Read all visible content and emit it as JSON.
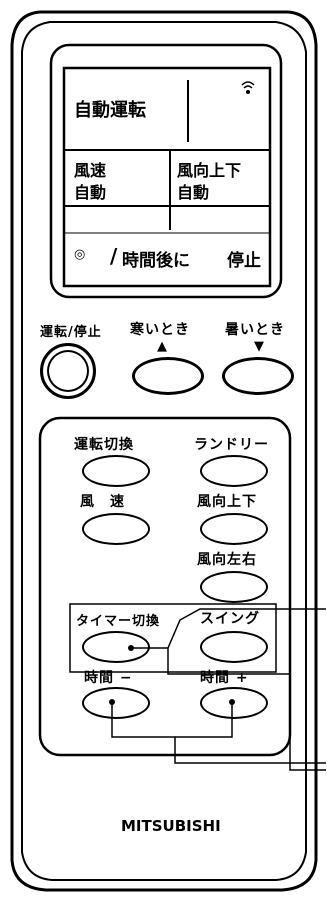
{
  "lcd": {
    "mode_label": "自動運転",
    "fan_label": "風速",
    "fan_value": "自動",
    "vane_label": "風向上下",
    "vane_value": "自動",
    "timer_clock_icon": "◎",
    "timer_hours": "/",
    "timer_text": "時間後に",
    "timer_action": "停止"
  },
  "top_buttons": {
    "power_label": "運転/停止",
    "cool_label": "寒いとき",
    "cool_arrow": "▲",
    "warm_label": "暑いとき",
    "warm_arrow": "▼"
  },
  "panel_buttons": {
    "mode_label": "運転切換",
    "laundry_label": "ランドリー",
    "fan_label": "風　速",
    "vane_ud_label": "風向上下",
    "vane_lr_label": "風向左右",
    "timer_mode_label": "タイマー切換",
    "swing_label": "スイング",
    "time_down_label": "時間 −",
    "time_up_label": "時間 +"
  },
  "brand": "MITSUBISHI",
  "icons": {
    "signal": "signal-icon"
  }
}
